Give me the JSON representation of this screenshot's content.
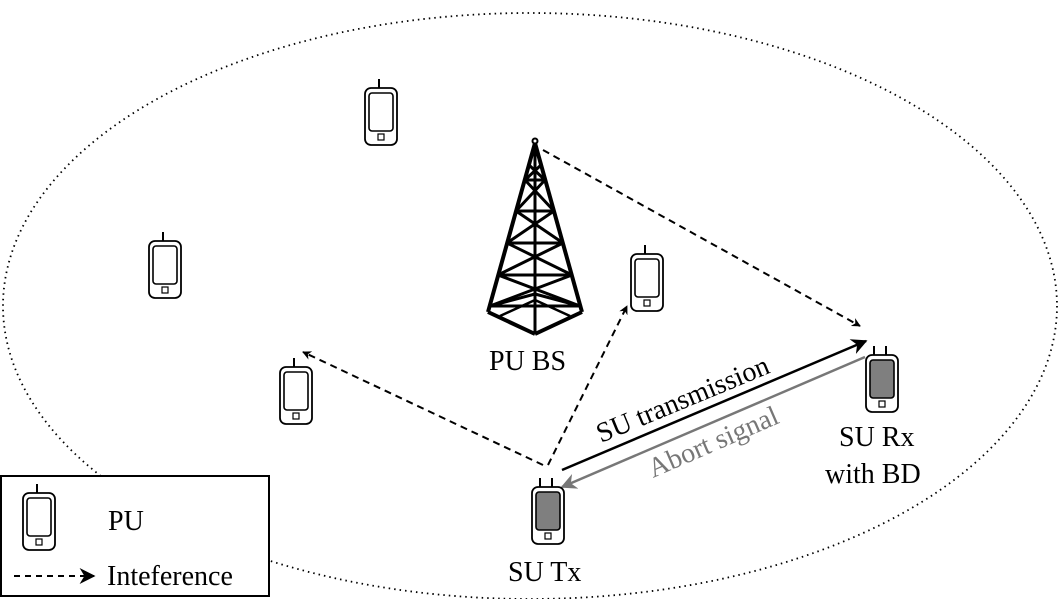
{
  "labels": {
    "pu_bs": "PU BS",
    "su_tx": "SU Tx",
    "su_rx_line1": "SU Rx",
    "su_rx_line2": "with BD",
    "su_transmission": "SU transmission",
    "abort_signal": "Abort signal"
  },
  "legend": {
    "pu_label": "PU",
    "interference_label": "Inteference"
  },
  "colors": {
    "line": "#000000",
    "abort": "#777777",
    "su_screen": "#7f7f7f",
    "pu_screen": "#ffffff"
  },
  "icons": {
    "base_station": "tower-icon",
    "primary_user": "phone-icon",
    "secondary_user": "phone-gray-icon"
  }
}
